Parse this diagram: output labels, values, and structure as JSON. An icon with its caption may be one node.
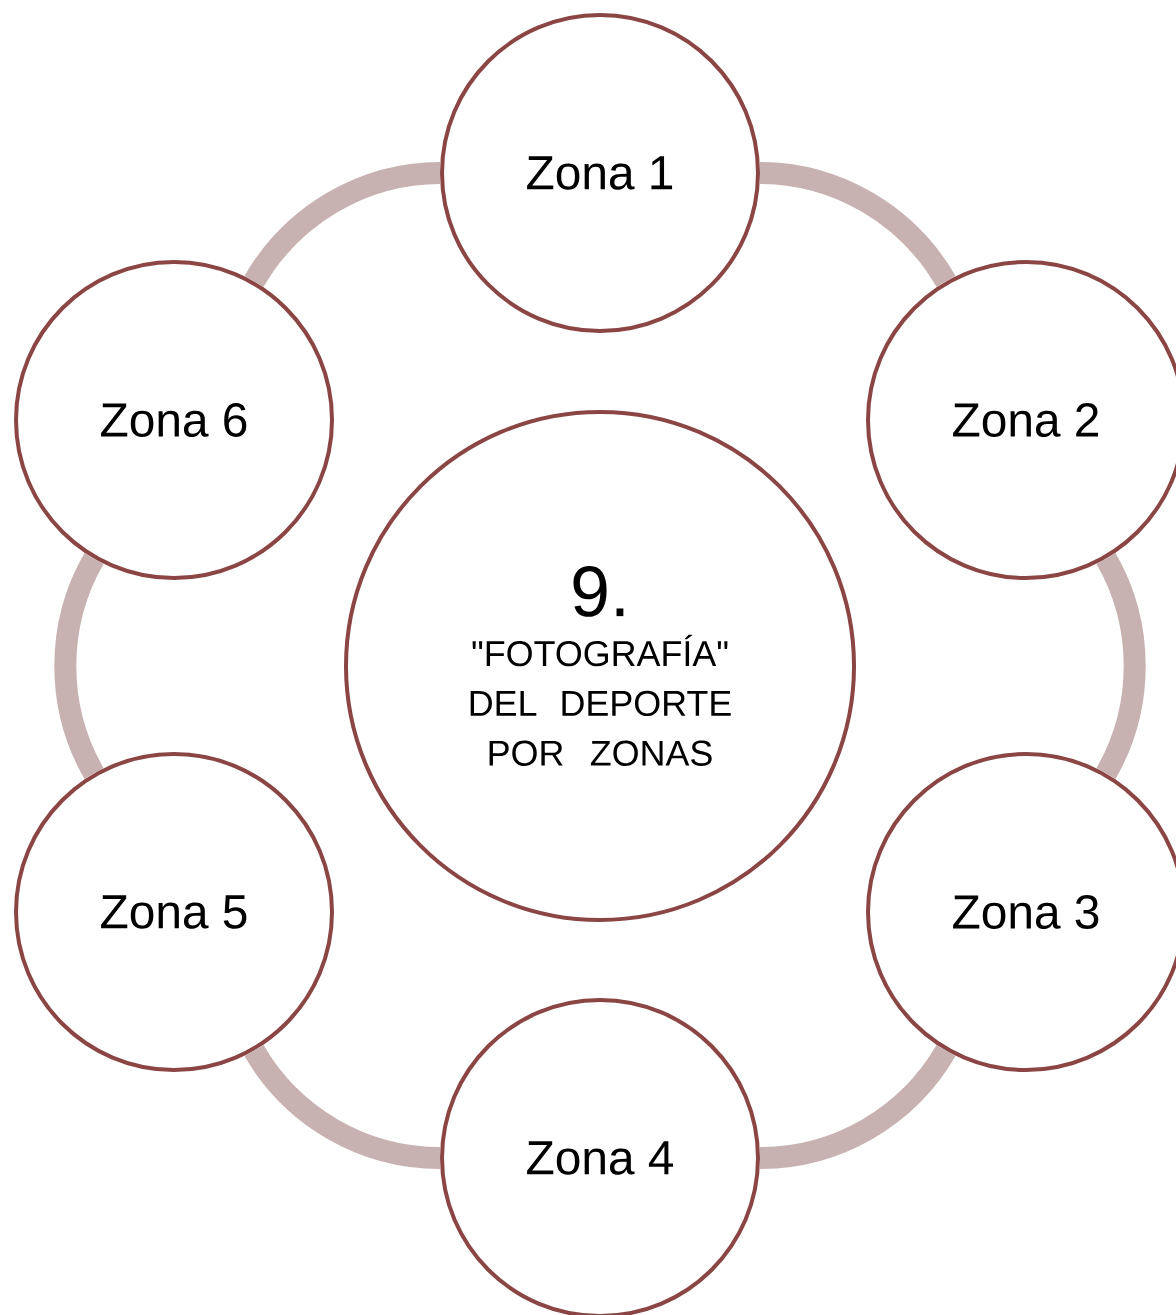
{
  "diagram": {
    "nodes": [
      {
        "text": [
          "9.",
          "\"FOTOGRAFÍA\" DEL DEPORTE POR ZONAS"
        ]
      },
      {
        "text": [
          "Zona 1"
        ]
      },
      {
        "text": [
          "Zona 2"
        ]
      },
      {
        "text": [
          "Zona 3"
        ]
      },
      {
        "text": [
          "Zona 4"
        ]
      },
      {
        "text": [
          "Zona 5"
        ]
      },
      {
        "text": [
          "Zona 6"
        ]
      }
    ],
    "edges": [
      {
        "from": 1,
        "to": 2,
        "arrow": "none"
      },
      {
        "from": 2,
        "to": 3,
        "arrow": "none"
      },
      {
        "from": 3,
        "to": 4,
        "arrow": "none"
      },
      {
        "from": 4,
        "to": 5,
        "arrow": "none"
      },
      {
        "from": 5,
        "to": 6,
        "arrow": "none"
      },
      {
        "from": 6,
        "to": 1,
        "arrow": "none"
      }
    ]
  }
}
